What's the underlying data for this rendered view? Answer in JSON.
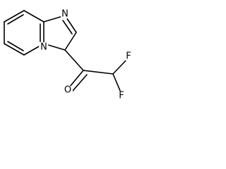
{
  "molecule": {
    "name": "",
    "atoms": [
      {
        "id": "N1",
        "label": "N"
      },
      {
        "id": "N4",
        "label": "N"
      },
      {
        "id": "O",
        "label": "O"
      },
      {
        "id": "F1",
        "label": "F"
      },
      {
        "id": "F2",
        "label": "F"
      }
    ],
    "line_color": "#000000",
    "background": "#ffffff"
  }
}
